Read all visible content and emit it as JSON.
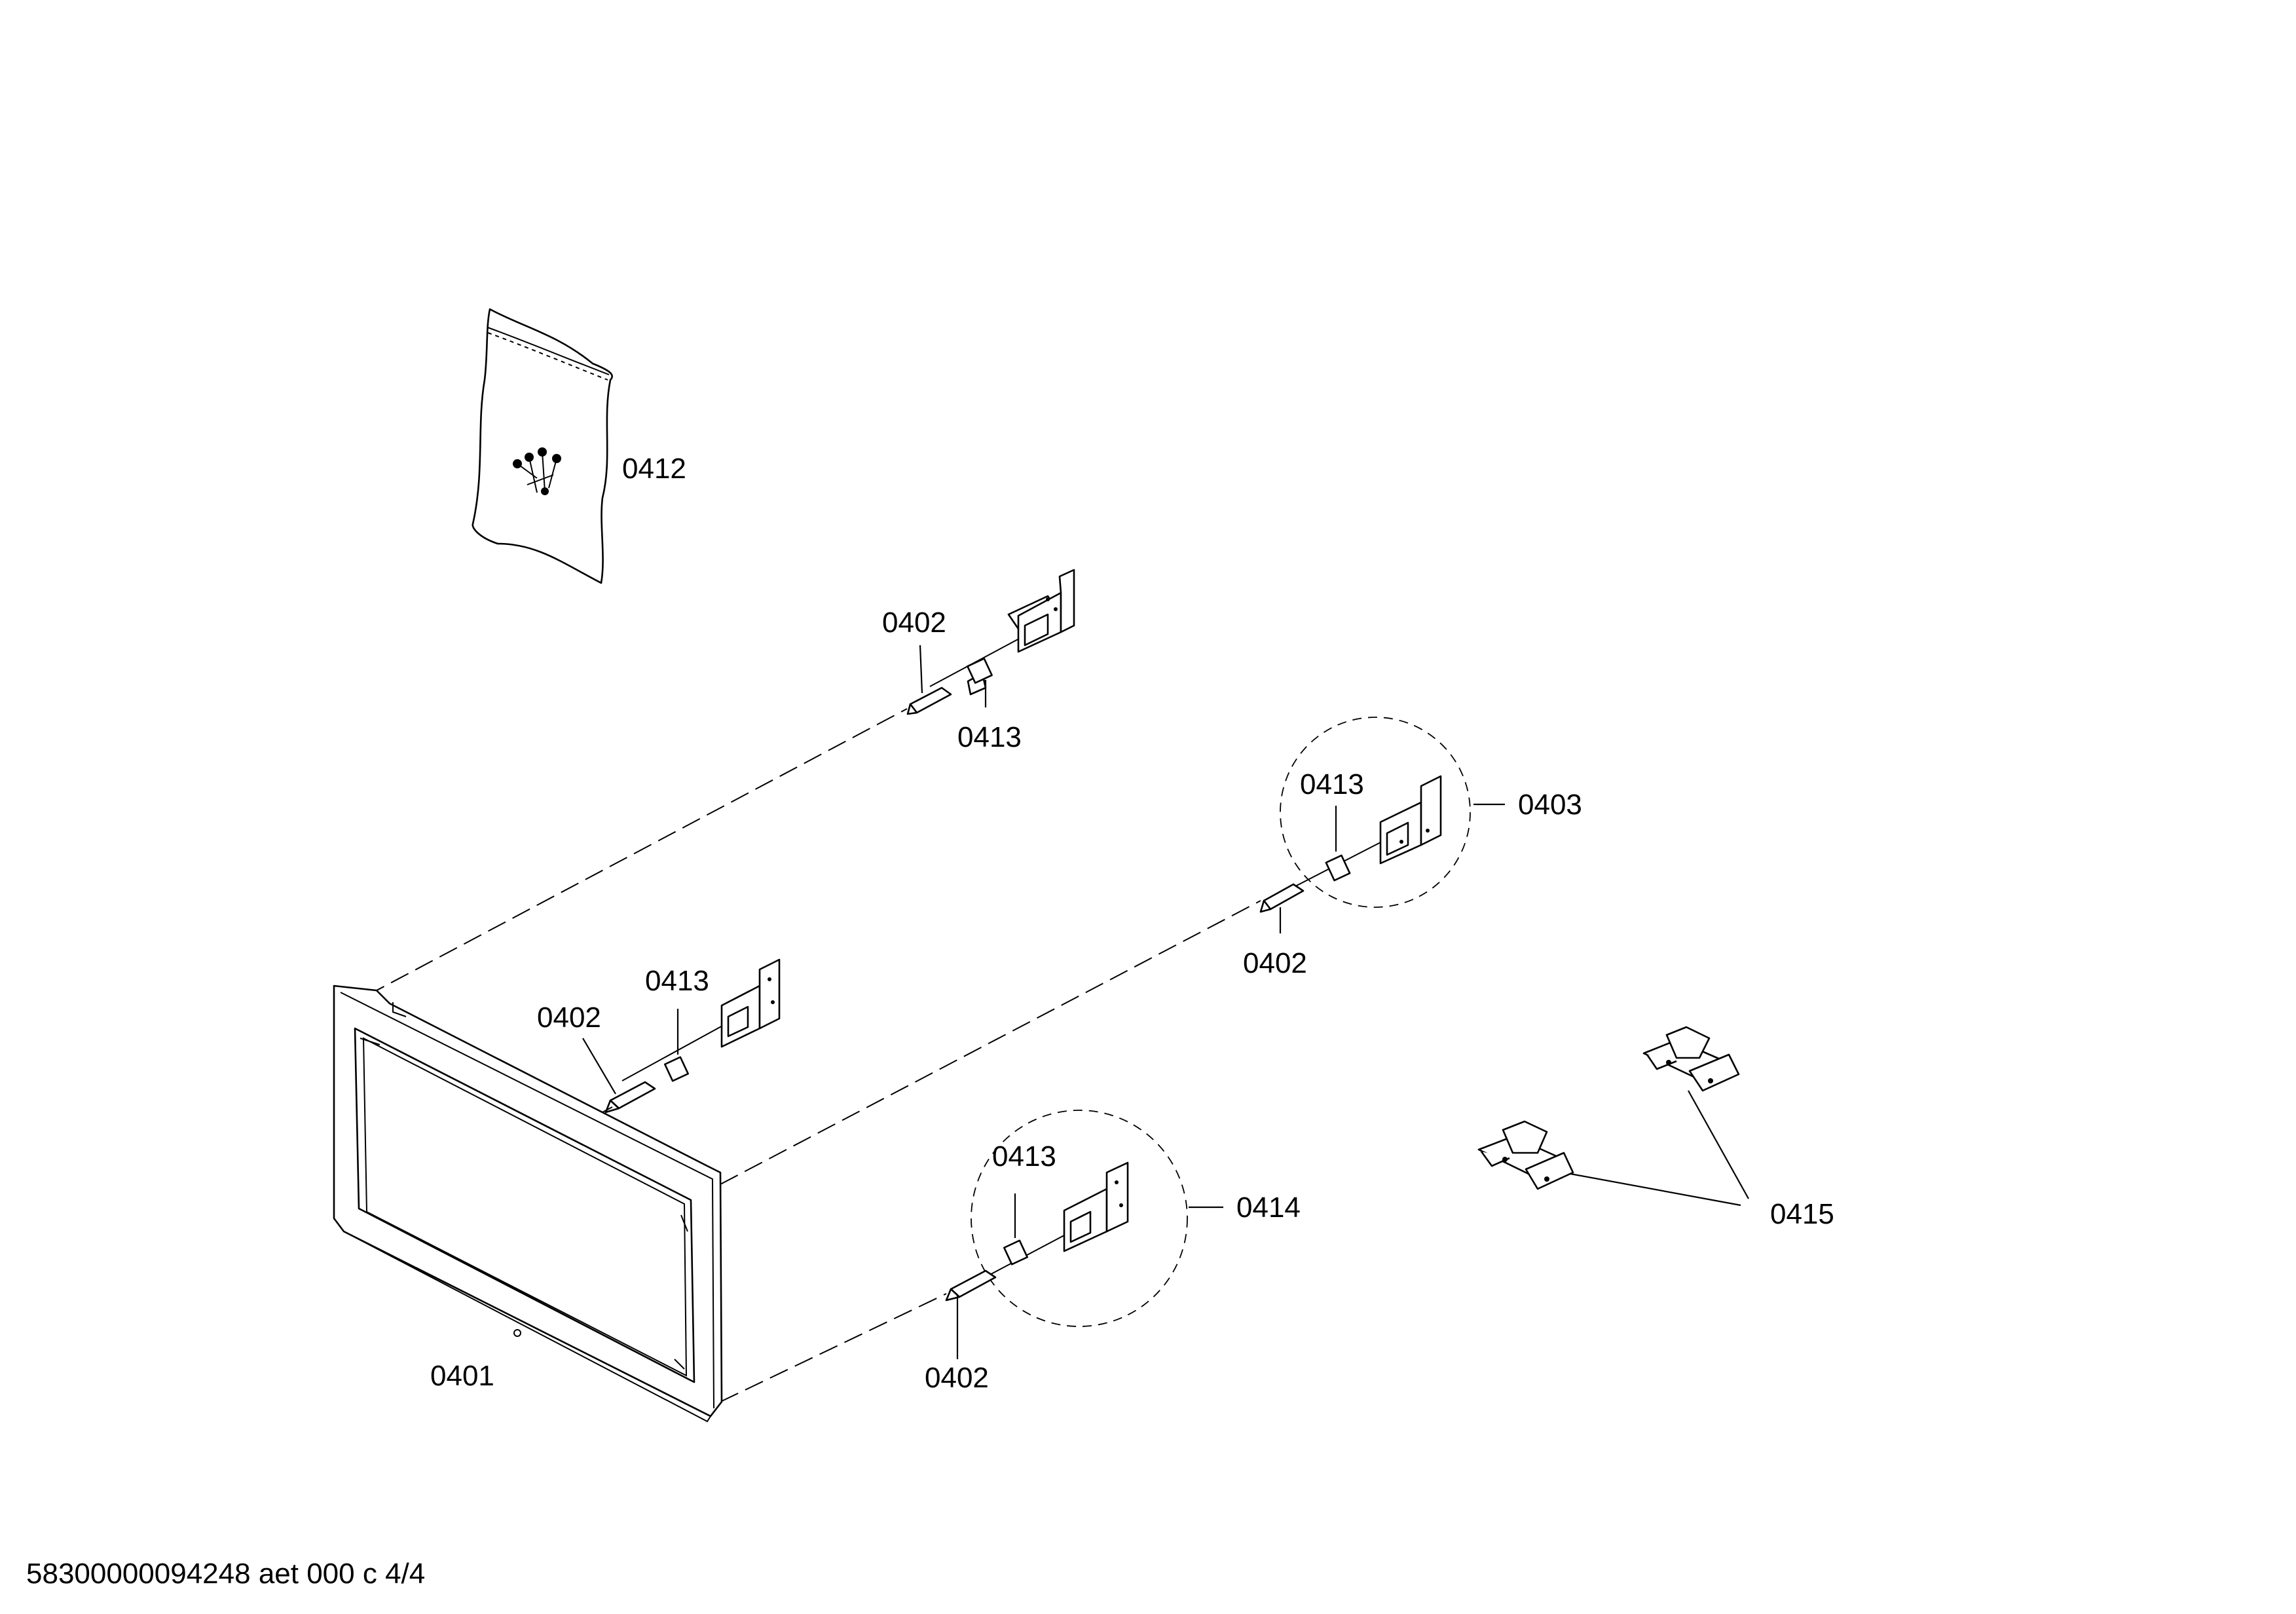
{
  "labels": {
    "frame": "0401",
    "pin_a": "0402",
    "pin_b": "0402",
    "pin_c": "0402",
    "pin_d": "0402",
    "bracket_group_right": "0403",
    "screw_bag": "0412",
    "clip_a": "0413",
    "clip_b": "0413",
    "clip_c": "0413",
    "clip_d": "0413",
    "bracket_group_bottom": "0414",
    "hinge_pair": "0415"
  },
  "footer": {
    "document_id": "58300000094248 aet 000 c 4/4"
  }
}
